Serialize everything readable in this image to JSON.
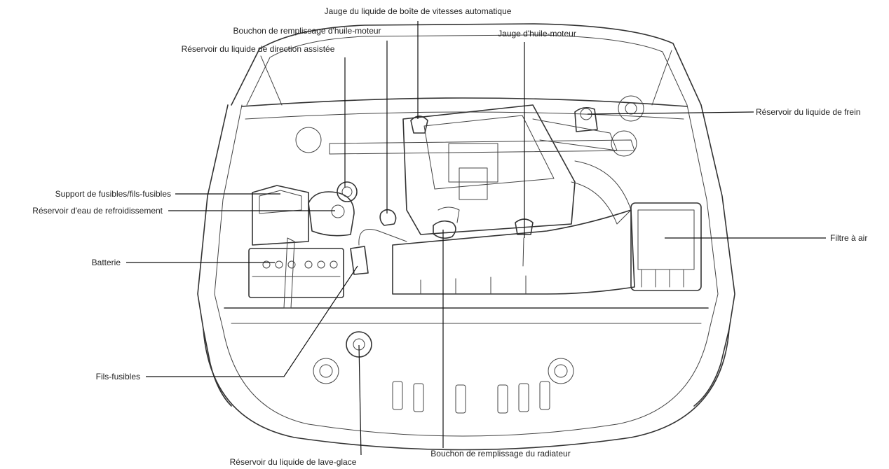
{
  "labels": {
    "atf_dipstick": "Jauge du liquide de boîte de vitesses automatique",
    "oil_filler_cap": "Bouchon de remplissage d'huile-moteur",
    "power_steering_reservoir": "Réservoir du liquide de direction assistée",
    "oil_dipstick": "Jauge d'huile-moteur",
    "brake_fluid_reservoir": "Réservoir du liquide de frein",
    "fuse_box": "Support de fusibles/fils-fusibles",
    "coolant_reservoir": "Réservoir d'eau de refroidissement",
    "battery": "Batterie",
    "air_filter": "Filtre à air",
    "fusible_links": "Fils-fusibles",
    "washer_reservoir": "Réservoir du liquide de lave-glace",
    "radiator_cap": "Bouchon de remplissage du radiateur"
  }
}
